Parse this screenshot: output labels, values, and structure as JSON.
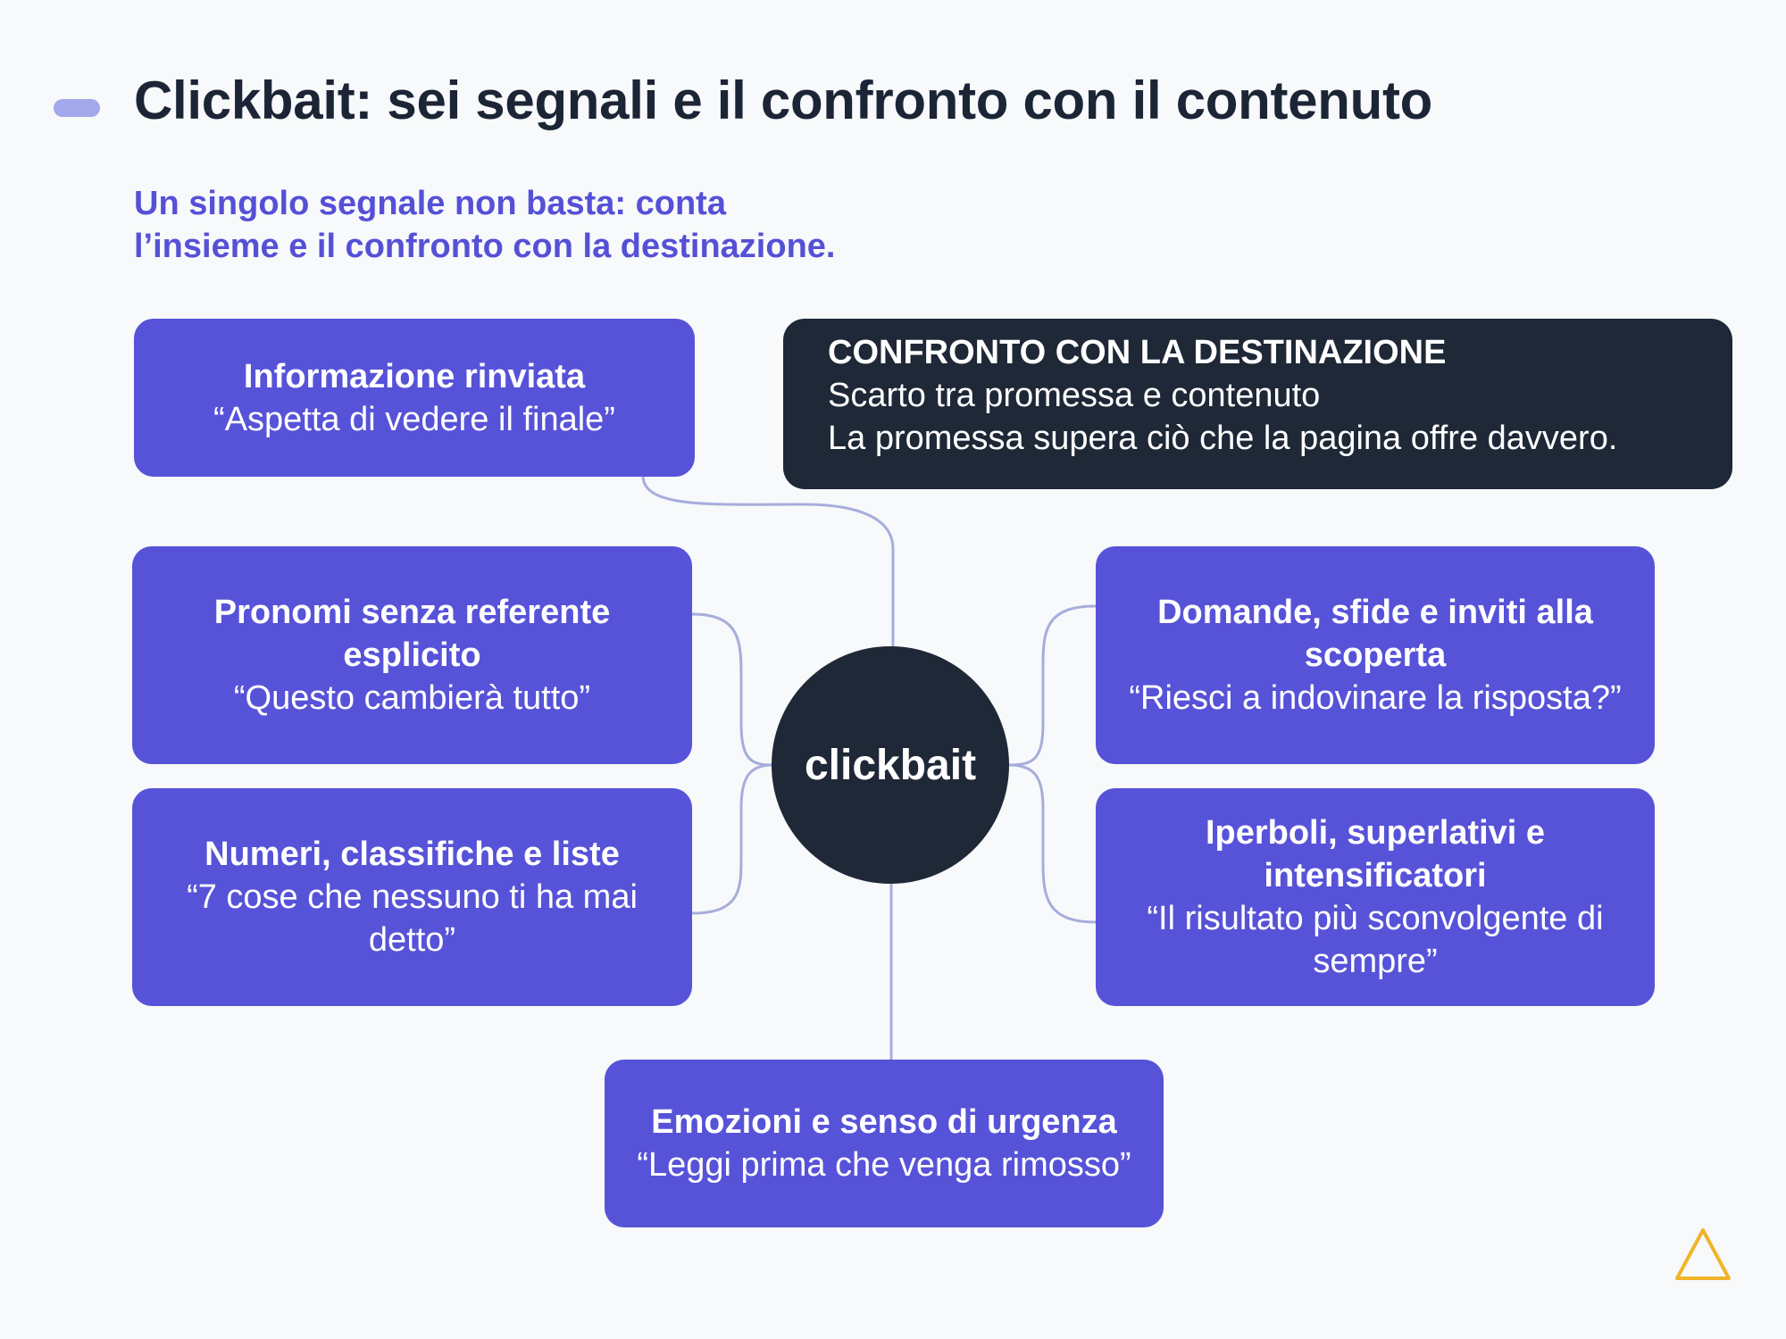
{
  "title": "Clickbait: sei segnali e il confronto con il contenuto",
  "subtitle": {
    "line1": "Un singolo segnale non basta: conta",
    "line2": "l’insieme e il confronto con la destinazione."
  },
  "center": "clickbait",
  "comparison": {
    "head": "CONFRONTO CON LA DESTINAZIONE",
    "line1": "Scarto tra promessa e contenuto",
    "line2": "La promessa supera ciò che la pagina offre davvero."
  },
  "signals": [
    {
      "head": "Informazione rinviata",
      "quote": "“Aspetta di vedere il finale”"
    },
    {
      "head": "Pronomi senza referente esplicito",
      "quote": "“Questo cambierà tutto”"
    },
    {
      "head": "Numeri, classifiche e liste",
      "quote": "“7 cose che nessuno ti ha mai detto”"
    },
    {
      "head": "Domande, sfide e inviti alla scoperta",
      "quote": "“Riesci a indovinare la risposta?”"
    },
    {
      "head": "Iperboli, superlativi e intensificatori",
      "quote": "“Il risultato più sconvolgente di sempre”"
    },
    {
      "head": "Emozioni e senso di urgenza",
      "quote": "“Leggi prima che venga rimosso”"
    }
  ],
  "colors": {
    "background": "#f7f9fb",
    "box": "#5753d8",
    "dark": "#1e2837",
    "connector": "#a7addb",
    "subtitle": "#5550d6",
    "logo": "#f0b429"
  },
  "icons": {
    "logo": "triangle-logo-icon"
  }
}
